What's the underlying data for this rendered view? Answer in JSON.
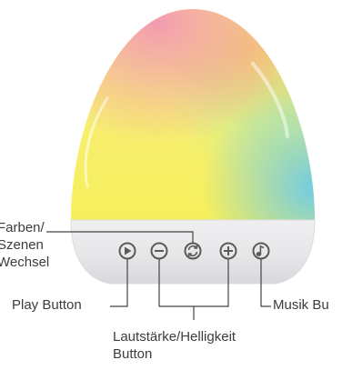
{
  "labels": {
    "color_scene": "Farben/\nSzenen\nWechsel",
    "play": "Play Button",
    "music": "Musik Bu",
    "volume": "Lautstärke/Helligkeit\nButton"
  },
  "colors": {
    "base": "#e8e9eb",
    "line": "#444444",
    "text": "#3c3c3c",
    "glow_pink": "#f39bb0",
    "glow_yellow": "#f6ef5a",
    "glow_green": "#c6ec9a",
    "glow_blue": "#6ecbe6",
    "glow_orange": "#f6c56c"
  },
  "buttons": [
    {
      "name": "play-button",
      "icon": "play-icon"
    },
    {
      "name": "volume-down-button",
      "icon": "minus-icon"
    },
    {
      "name": "color-scene-button",
      "icon": "cycle-icon"
    },
    {
      "name": "volume-up-button",
      "icon": "plus-icon"
    },
    {
      "name": "music-button",
      "icon": "music-note-icon"
    }
  ]
}
